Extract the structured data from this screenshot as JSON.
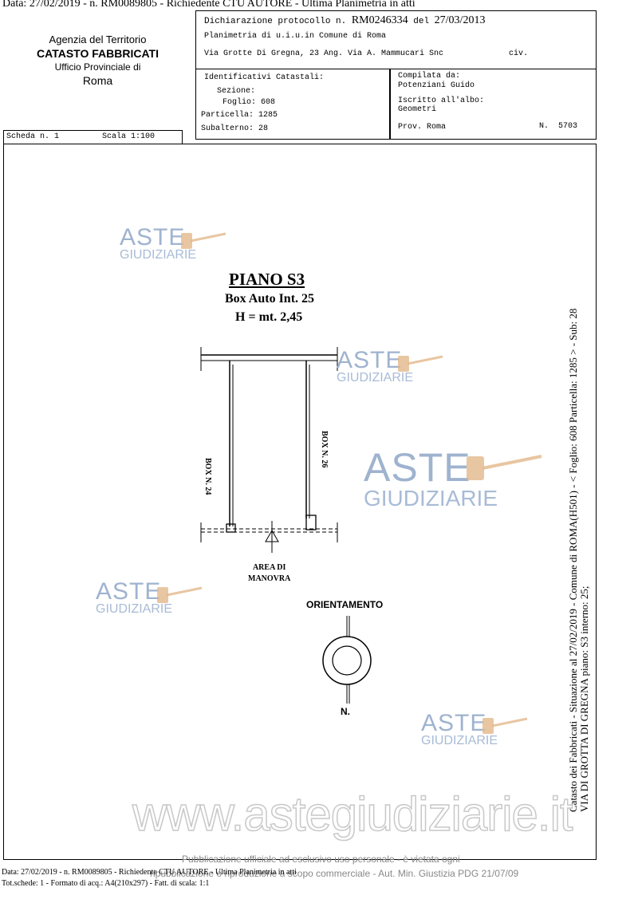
{
  "top_line": "Data: 27/02/2019 -  n. RM0089805 - Richiedente CTU AUTORE - Ultima Planimetria in atti",
  "agency": {
    "line1": "Agenzia del Territorio",
    "line2": "CATASTO FABBRICATI",
    "line3": "Ufficio Provinciale di",
    "line4": "Roma"
  },
  "header": {
    "protocol_label": "Dichiarazione protocollo n.",
    "protocol_number": "RM0246334",
    "protocol_date_label": "del",
    "protocol_date": "27/03/2013",
    "planimetry": "Planimetria di u.i.u.in Comune di Roma",
    "address": "Via Grotte Di Gregna, 23 Ang. Via A. Mammucari Snc",
    "civ": "civ.",
    "identifiers_label": "Identificativi Catastali:",
    "sezione": "Sezione:",
    "foglio": "Foglio: 608",
    "particella": "Particella: 1285",
    "subalterno": "Subalterno: 28",
    "compiled_by_label": "Compilata da:",
    "compiled_by": "Potenziani Guido",
    "registered_label": "Iscritto all'albo:",
    "registered": "Geometri",
    "prov": "Prov. Roma",
    "number": "N.  5703"
  },
  "scheda": {
    "scheda": "Scheda n. 1",
    "scala": "Scala 1:100"
  },
  "plan": {
    "title": "PIANO S3",
    "subtitle": "Box Auto Int. 25",
    "height": "H = mt. 2,45",
    "box_left": "BOX N. 24",
    "box_right": "BOX N. 26",
    "area_line1": "AREA DI",
    "area_line2": "MANOVRA",
    "orientation": "ORIENTAMENTO",
    "north": "N."
  },
  "side_text": {
    "line1": "Catasto dei Fabbricati - Situazione al 27/02/2019 - Comune di ROMA(H501) - < Foglio: 608 Particella: 1285 > - Sub: 28",
    "line2": "VIA DI GROTTA DI GREGNA piano: S3 interno: 25;"
  },
  "watermark": {
    "aste": "ASTE",
    "giudiziarie": "GIUDIZIARIE",
    "website": "www.astegiudiziarie.it",
    "pub_line1": "Pubblicazione ufficiale ad esclusivo uso personale - è vietata ogni",
    "pub_line2": "ripubblicazione o riproduzione a scopo commerciale - Aut. Min. Giustizia PDG 21/07/09"
  },
  "footer": {
    "line1": "Data: 27/02/2019 -  n. RM0089805 - Richiedente CTU AUTORE - Ultima Planimetria in atti",
    "line2": "Tot.schede: 1 - Formato di acq.: A4(210x297) - Fatt. di scala: 1:1"
  }
}
